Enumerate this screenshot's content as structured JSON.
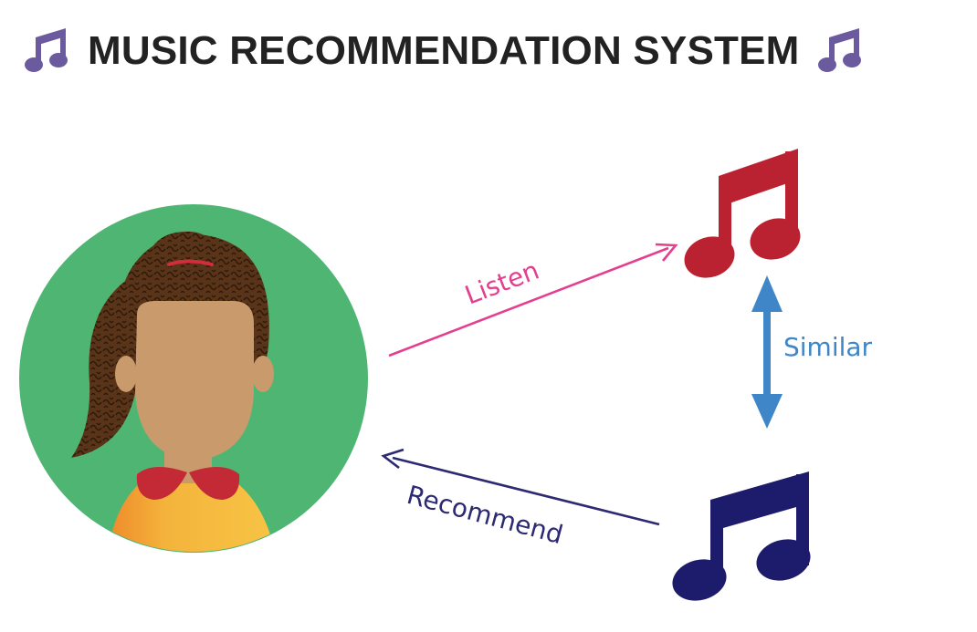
{
  "header": {
    "title": "MUSIC RECOMMENDATION SYSTEM",
    "left_icon": "music-notes-icon",
    "right_icon": "music-notes-icon",
    "icon_color": "#6b5b9e"
  },
  "diagram": {
    "user": {
      "icon": "girl-avatar-icon",
      "bg_color": "#4fb573"
    },
    "listened_song": {
      "icon": "music-notes-icon",
      "color": "#bb2231"
    },
    "recommended_song": {
      "icon": "music-notes-icon",
      "color": "#1d1b6c"
    },
    "listen_label": "Listen",
    "listen_color": "#e43f8f",
    "similar_label": "Similar",
    "similar_color": "#3f86c8",
    "recommend_label": "Recommend",
    "recommend_color": "#2c2a72"
  }
}
